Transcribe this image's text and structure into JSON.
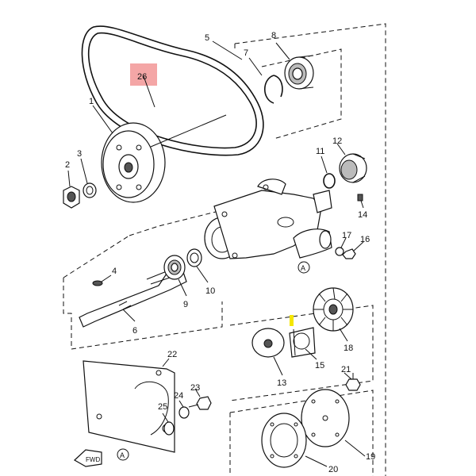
{
  "diagram": {
    "highlight_red": "#f4a6a6",
    "highlight_yellow": "#f5e600",
    "callouts": {
      "p1": "1",
      "p2": "2",
      "p3": "3",
      "p4": "4",
      "p5": "5",
      "p6": "6",
      "p7": "7",
      "p8": "8",
      "p9": "9",
      "p10": "10",
      "p11": "11",
      "p12": "12",
      "p13": "13",
      "p14": "14",
      "p15": "15",
      "p16": "16",
      "p17": "17",
      "p18": "18",
      "p19": "19",
      "p20": "20",
      "p21": "21",
      "p22": "22",
      "p23": "23",
      "p24": "24",
      "p25": "25",
      "p26": "26"
    },
    "ref_a1": "A",
    "ref_a2": "A",
    "fwd": "FWD"
  }
}
